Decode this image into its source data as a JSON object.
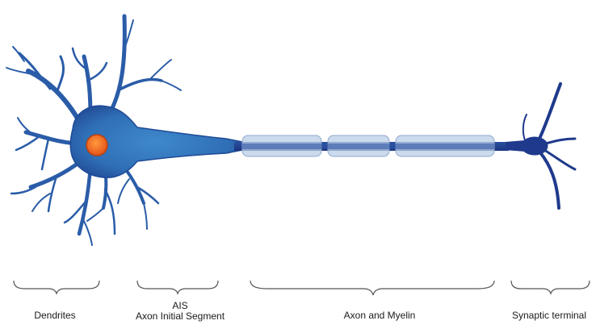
{
  "labels": {
    "dendrites": "Dendrites",
    "ais_abbrev": "AIS",
    "ais_full": "Axon Initial Segment",
    "axon": "Axon and Myelin",
    "synaptic": "Synaptic terminal"
  },
  "colors": {
    "neuron_dark": "#1f3a8c",
    "neuron_light": "#2f72b8",
    "nucleus": "#f26b1d",
    "myelin": "#b9cde6",
    "bracket": "#555555"
  }
}
